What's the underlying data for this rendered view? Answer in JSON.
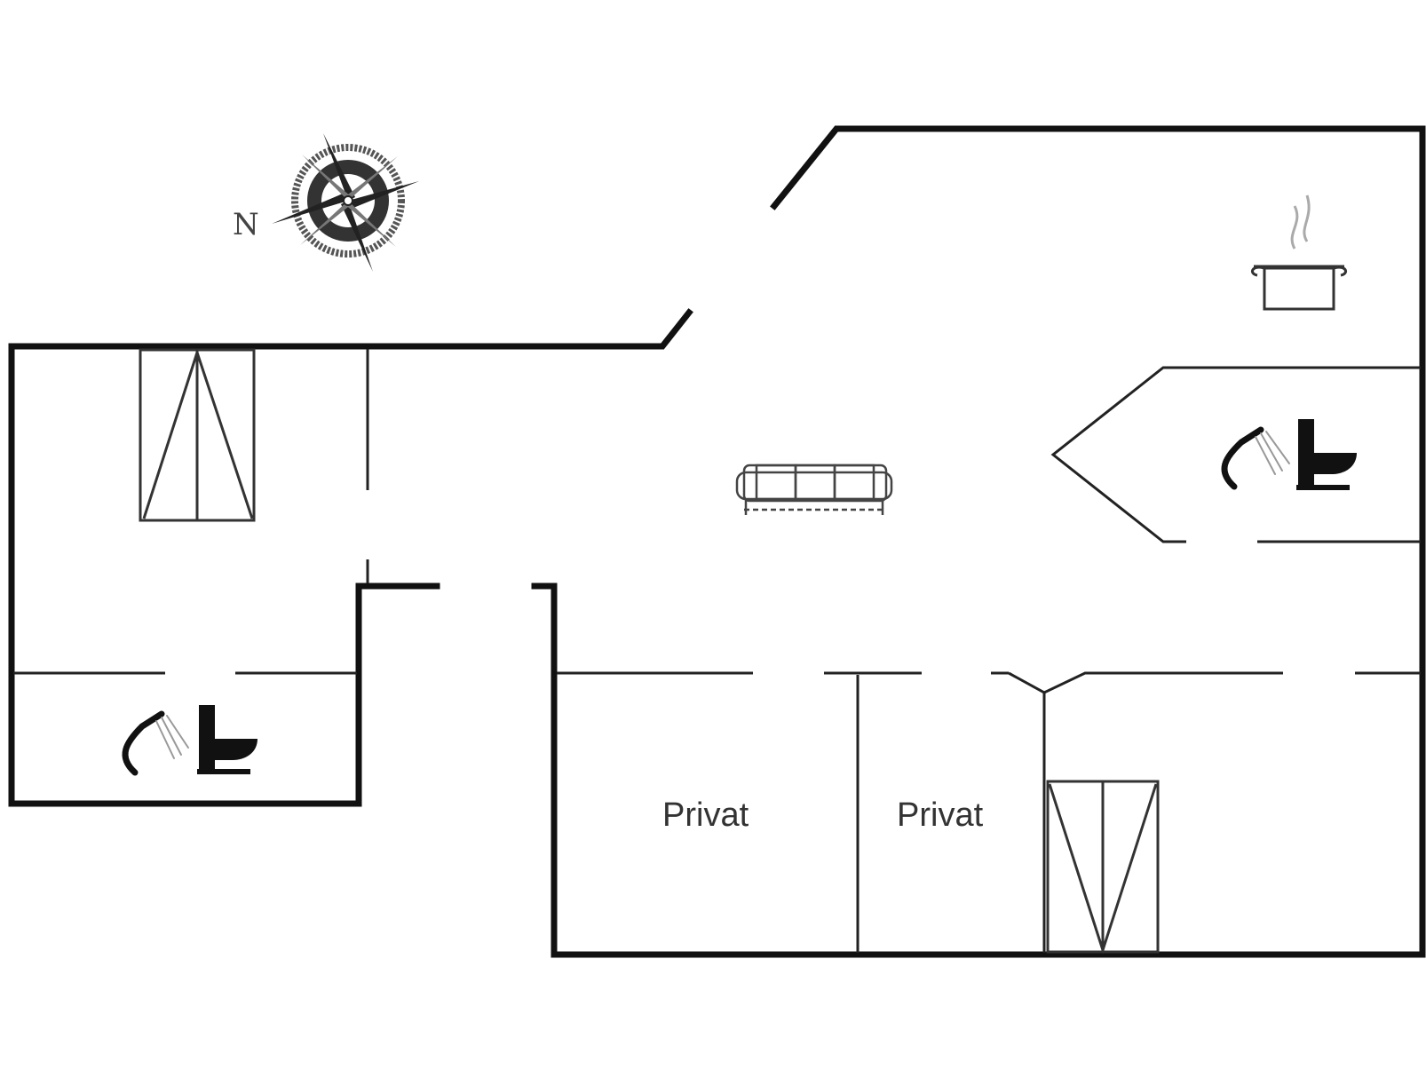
{
  "floorplan": {
    "compass": {
      "label": "N",
      "icon": "compass-rose-icon"
    },
    "rooms": [
      {
        "id": "bedroom-left",
        "label": "Privat"
      },
      {
        "id": "bedroom-right",
        "label": "Privat"
      }
    ],
    "icons": [
      "kitchen-pot-icon",
      "sofa-icon",
      "shower-icon",
      "toilet-icon",
      "bunk-bed-icon"
    ],
    "colors": {
      "wall": "#111111",
      "line": "#222222",
      "background": "#ffffff"
    }
  }
}
